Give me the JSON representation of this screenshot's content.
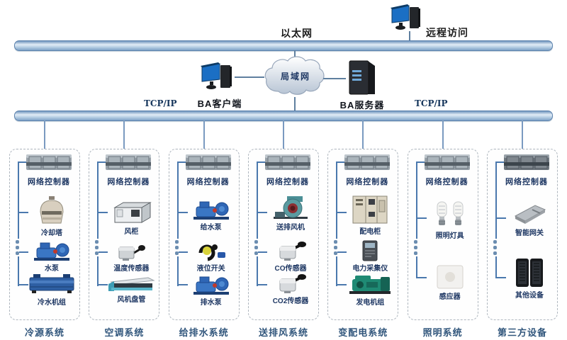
{
  "top": {
    "ethernet_label": "以太网",
    "remote_access_label": "远程访问",
    "lan_label": "局域网",
    "ba_client_label": "BA客户端",
    "ba_server_label": "BA服务器",
    "tcp_ip_left": "TCP/IP",
    "tcp_ip_right": "TCP/IP"
  },
  "colors": {
    "bar_fill": "#bcd2e6",
    "bar_edge": "#5c82ad",
    "bus_line": "#4a78ad",
    "drop_line": "#7a9ac0",
    "label_text": "#1f3864",
    "system_text": "#31567c"
  },
  "columns": [
    {
      "controller": "网络控制器",
      "system": "冷源系统",
      "devices": [
        {
          "icon": "cooling-tower-icon",
          "label": "冷却塔"
        },
        {
          "icon": "water-pump-icon",
          "label": "水泵"
        },
        {
          "icon": "chiller-unit-icon",
          "label": "冷水机组"
        }
      ]
    },
    {
      "controller": "网络控制器",
      "system": "空调系统",
      "devices": [
        {
          "icon": "air-handling-unit-icon",
          "label": "风柜"
        },
        {
          "icon": "temperature-sensor-icon",
          "label": "温度传感器"
        },
        {
          "icon": "fan-coil-icon",
          "label": "风机盘管"
        }
      ]
    },
    {
      "controller": "网络控制器",
      "system": "给排水系统",
      "devices": [
        {
          "icon": "water-pump-icon",
          "label": "给水泵"
        },
        {
          "icon": "level-switch-icon",
          "label": "液位开关"
        },
        {
          "icon": "water-pump-icon",
          "label": "排水泵"
        }
      ]
    },
    {
      "controller": "网络控制器",
      "system": "送排风系统",
      "devices": [
        {
          "icon": "fan-icon",
          "label": "送排风机"
        },
        {
          "icon": "gas-sensor-icon",
          "label": "CO传感器"
        },
        {
          "icon": "gas-sensor-icon",
          "label": "CO2传感器"
        }
      ]
    },
    {
      "controller": "网络控制器",
      "system": "变配电系统",
      "devices": [
        {
          "icon": "distribution-cabinet-icon",
          "label": "配电柜"
        },
        {
          "icon": "power-meter-icon",
          "label": "电力采集仪"
        },
        {
          "icon": "generator-icon",
          "label": "发电机组"
        }
      ]
    },
    {
      "controller": "网络控制器",
      "system": "照明系统",
      "devices": [
        {
          "icon": "light-bulbs-icon",
          "label": "照明灯具"
        },
        {
          "icon": "motion-sensor-icon",
          "label": "感应器"
        }
      ]
    },
    {
      "controller": "网络控制器",
      "system": "第三方设备",
      "devices": [
        {
          "icon": "smart-gateway-icon",
          "label": "智能网关"
        },
        {
          "icon": "server-racks-icon",
          "label": "其他设备"
        }
      ]
    }
  ]
}
